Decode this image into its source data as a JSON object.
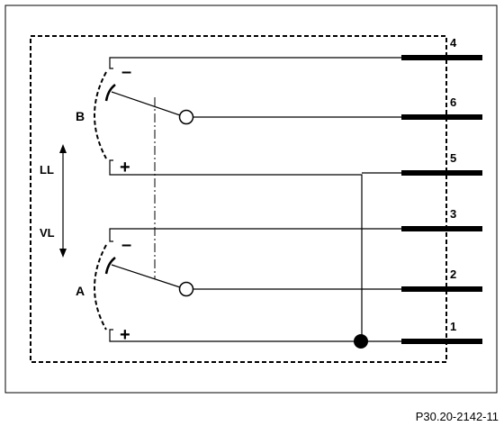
{
  "diagram": {
    "terminals": [
      "4",
      "6",
      "5",
      "3",
      "2",
      "1"
    ],
    "switch_b": {
      "label": "B",
      "minus": "–",
      "plus": "+"
    },
    "switch_a": {
      "label": "A",
      "minus": "–",
      "plus": "+"
    },
    "direction_top": "LL",
    "direction_bottom": "VL",
    "reference": "P30.20-2142-11"
  }
}
